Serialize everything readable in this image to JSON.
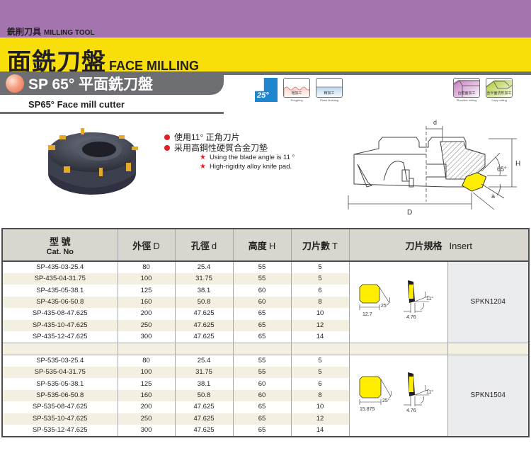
{
  "header": {
    "category_cn": "銑削刀具",
    "category_en": "MILLING TOOL",
    "title_cn": "面銑刀盤",
    "title_en": "FACE MILLING",
    "subtitle": "SP 65° 平面銑刀盤",
    "subtitle_en": "SP65°  Face mill cutter"
  },
  "colors": {
    "purple": "#a374ae",
    "yellow": "#f8df0a",
    "gray": "#6d6e71",
    "accent_red": "#e31e24",
    "insert_yellow": "#ffed00",
    "badge_blue": "#1d86cf"
  },
  "operations": {
    "angle_badge": "25°",
    "items": [
      {
        "cn": "粗加工",
        "en": "Roughing"
      },
      {
        "cn": "精加工",
        "en": "Plane finishing"
      },
      {
        "cn": "台階面加工",
        "en": "Shoulder milling"
      },
      {
        "cn": "含半面仿形加工",
        "en": "Copy milling"
      }
    ]
  },
  "features": {
    "cn": [
      "使用11°  正角刀片",
      "采用高鋼性硬質合金刀墊"
    ],
    "en": [
      "Using the blade angle is 11 °",
      "High-rigidity alloy knife pad."
    ]
  },
  "diagram": {
    "labels": {
      "d": "d",
      "D": "D",
      "H": "H",
      "a": "a",
      "angle": "65°"
    }
  },
  "table": {
    "headers": {
      "cat_cn": "型 號",
      "cat_en": "Cat. No",
      "od_cn": "外徑",
      "od_sym": "D",
      "bore_cn": "孔徑",
      "bore_sym": "d",
      "height_cn": "高度",
      "height_sym": "H",
      "teeth_cn": "刀片數",
      "teeth_sym": "T",
      "insert_cn": "刀片規格",
      "insert_en": "Insert"
    },
    "groups": [
      {
        "insert_code": "SPKN1204",
        "insert_dims": {
          "width": "12.7",
          "thickness": "4.76",
          "angle_a": "25°",
          "angle_b": "11°"
        },
        "rows": [
          [
            "SP-435-03-25.4",
            "80",
            "25.4",
            "55",
            "5"
          ],
          [
            "SP-435-04-31.75",
            "100",
            "31.75",
            "55",
            "5"
          ],
          [
            "SP-435-05-38.1",
            "125",
            "38.1",
            "60",
            "6"
          ],
          [
            "SP-435-06-50.8",
            "160",
            "50.8",
            "60",
            "8"
          ],
          [
            "SP-435-08-47.625",
            "200",
            "47.625",
            "65",
            "10"
          ],
          [
            "SP-435-10-47.625",
            "250",
            "47.625",
            "65",
            "12"
          ],
          [
            "SP-435-12-47.625",
            "300",
            "47.625",
            "65",
            "14"
          ]
        ]
      },
      {
        "insert_code": "SPKN1504",
        "insert_dims": {
          "width": "15.875",
          "thickness": "4.76",
          "angle_a": "25°",
          "angle_b": "11°"
        },
        "rows": [
          [
            "SP-535-03-25.4",
            "80",
            "25.4",
            "55",
            "5"
          ],
          [
            "SP-535-04-31.75",
            "100",
            "31.75",
            "55",
            "5"
          ],
          [
            "SP-535-05-38.1",
            "125",
            "38.1",
            "60",
            "6"
          ],
          [
            "SP-535-06-50.8",
            "160",
            "50.8",
            "60",
            "8"
          ],
          [
            "SP-535-08-47.625",
            "200",
            "47.625",
            "65",
            "10"
          ],
          [
            "SP-535-10-47.625",
            "250",
            "47.625",
            "65",
            "12"
          ],
          [
            "SP-535-12-47.625",
            "300",
            "47.625",
            "65",
            "14"
          ]
        ]
      }
    ]
  }
}
